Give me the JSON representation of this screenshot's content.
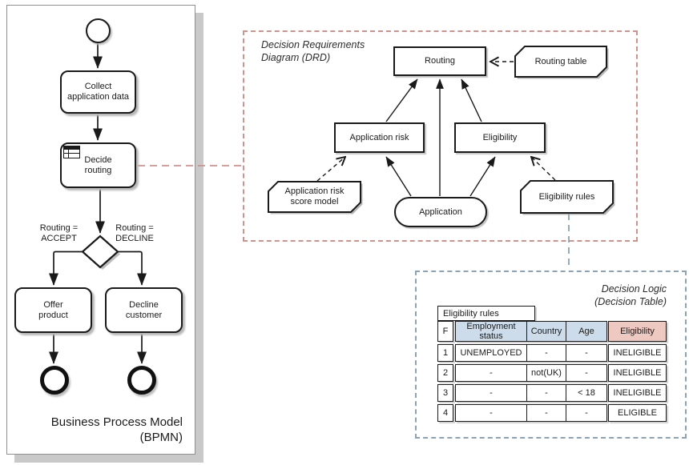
{
  "bpmn": {
    "caption": "Business Process Model\n(BPMN)",
    "collect_task": "Collect\napplication data",
    "decide_task": "Decide\nrouting",
    "offer_task": "Offer\nproduct",
    "decline_task": "Decline\ncustomer",
    "gateway_label_accept": "Routing =\nACCEPT",
    "gateway_label_decline": "Routing =\nDECLINE"
  },
  "drd": {
    "title": "Decision Requirements\nDiagram (DRD)",
    "nodes": {
      "routing": "Routing",
      "routing_table": "Routing table",
      "application_risk": "Application risk",
      "eligibility": "Eligibility",
      "application_risk_score_model": "Application risk\nscore model",
      "application": "Application",
      "eligibility_rules": "Eligibility rules"
    }
  },
  "decision_logic": {
    "title": "Decision Logic\n(Decision Table)",
    "table_label": "Eligibility rules",
    "table": {
      "hit_policy": "F",
      "columns": [
        "Employment\nstatus",
        "Country",
        "Age"
      ],
      "output_column": "Eligibility",
      "rows": [
        {
          "num": "1",
          "cells": [
            "UNEMPLOYED",
            "-",
            "-"
          ],
          "output": "INELIGIBLE"
        },
        {
          "num": "2",
          "cells": [
            "-",
            "not(UK)",
            "-"
          ],
          "output": "INELIGIBLE"
        },
        {
          "num": "3",
          "cells": [
            "-",
            "-",
            "< 18"
          ],
          "output": "INELIGIBLE"
        },
        {
          "num": "4",
          "cells": [
            "-",
            "-",
            "-"
          ],
          "output": "ELIGIBLE"
        }
      ]
    }
  },
  "colors": {
    "drd_frame_dash": "#d0928c",
    "decision_logic_frame_dash": "#8ba3b5",
    "condition_header_fill": "#ccdcea",
    "output_header_fill": "#edc9c2",
    "line": "#1a1a1a"
  }
}
